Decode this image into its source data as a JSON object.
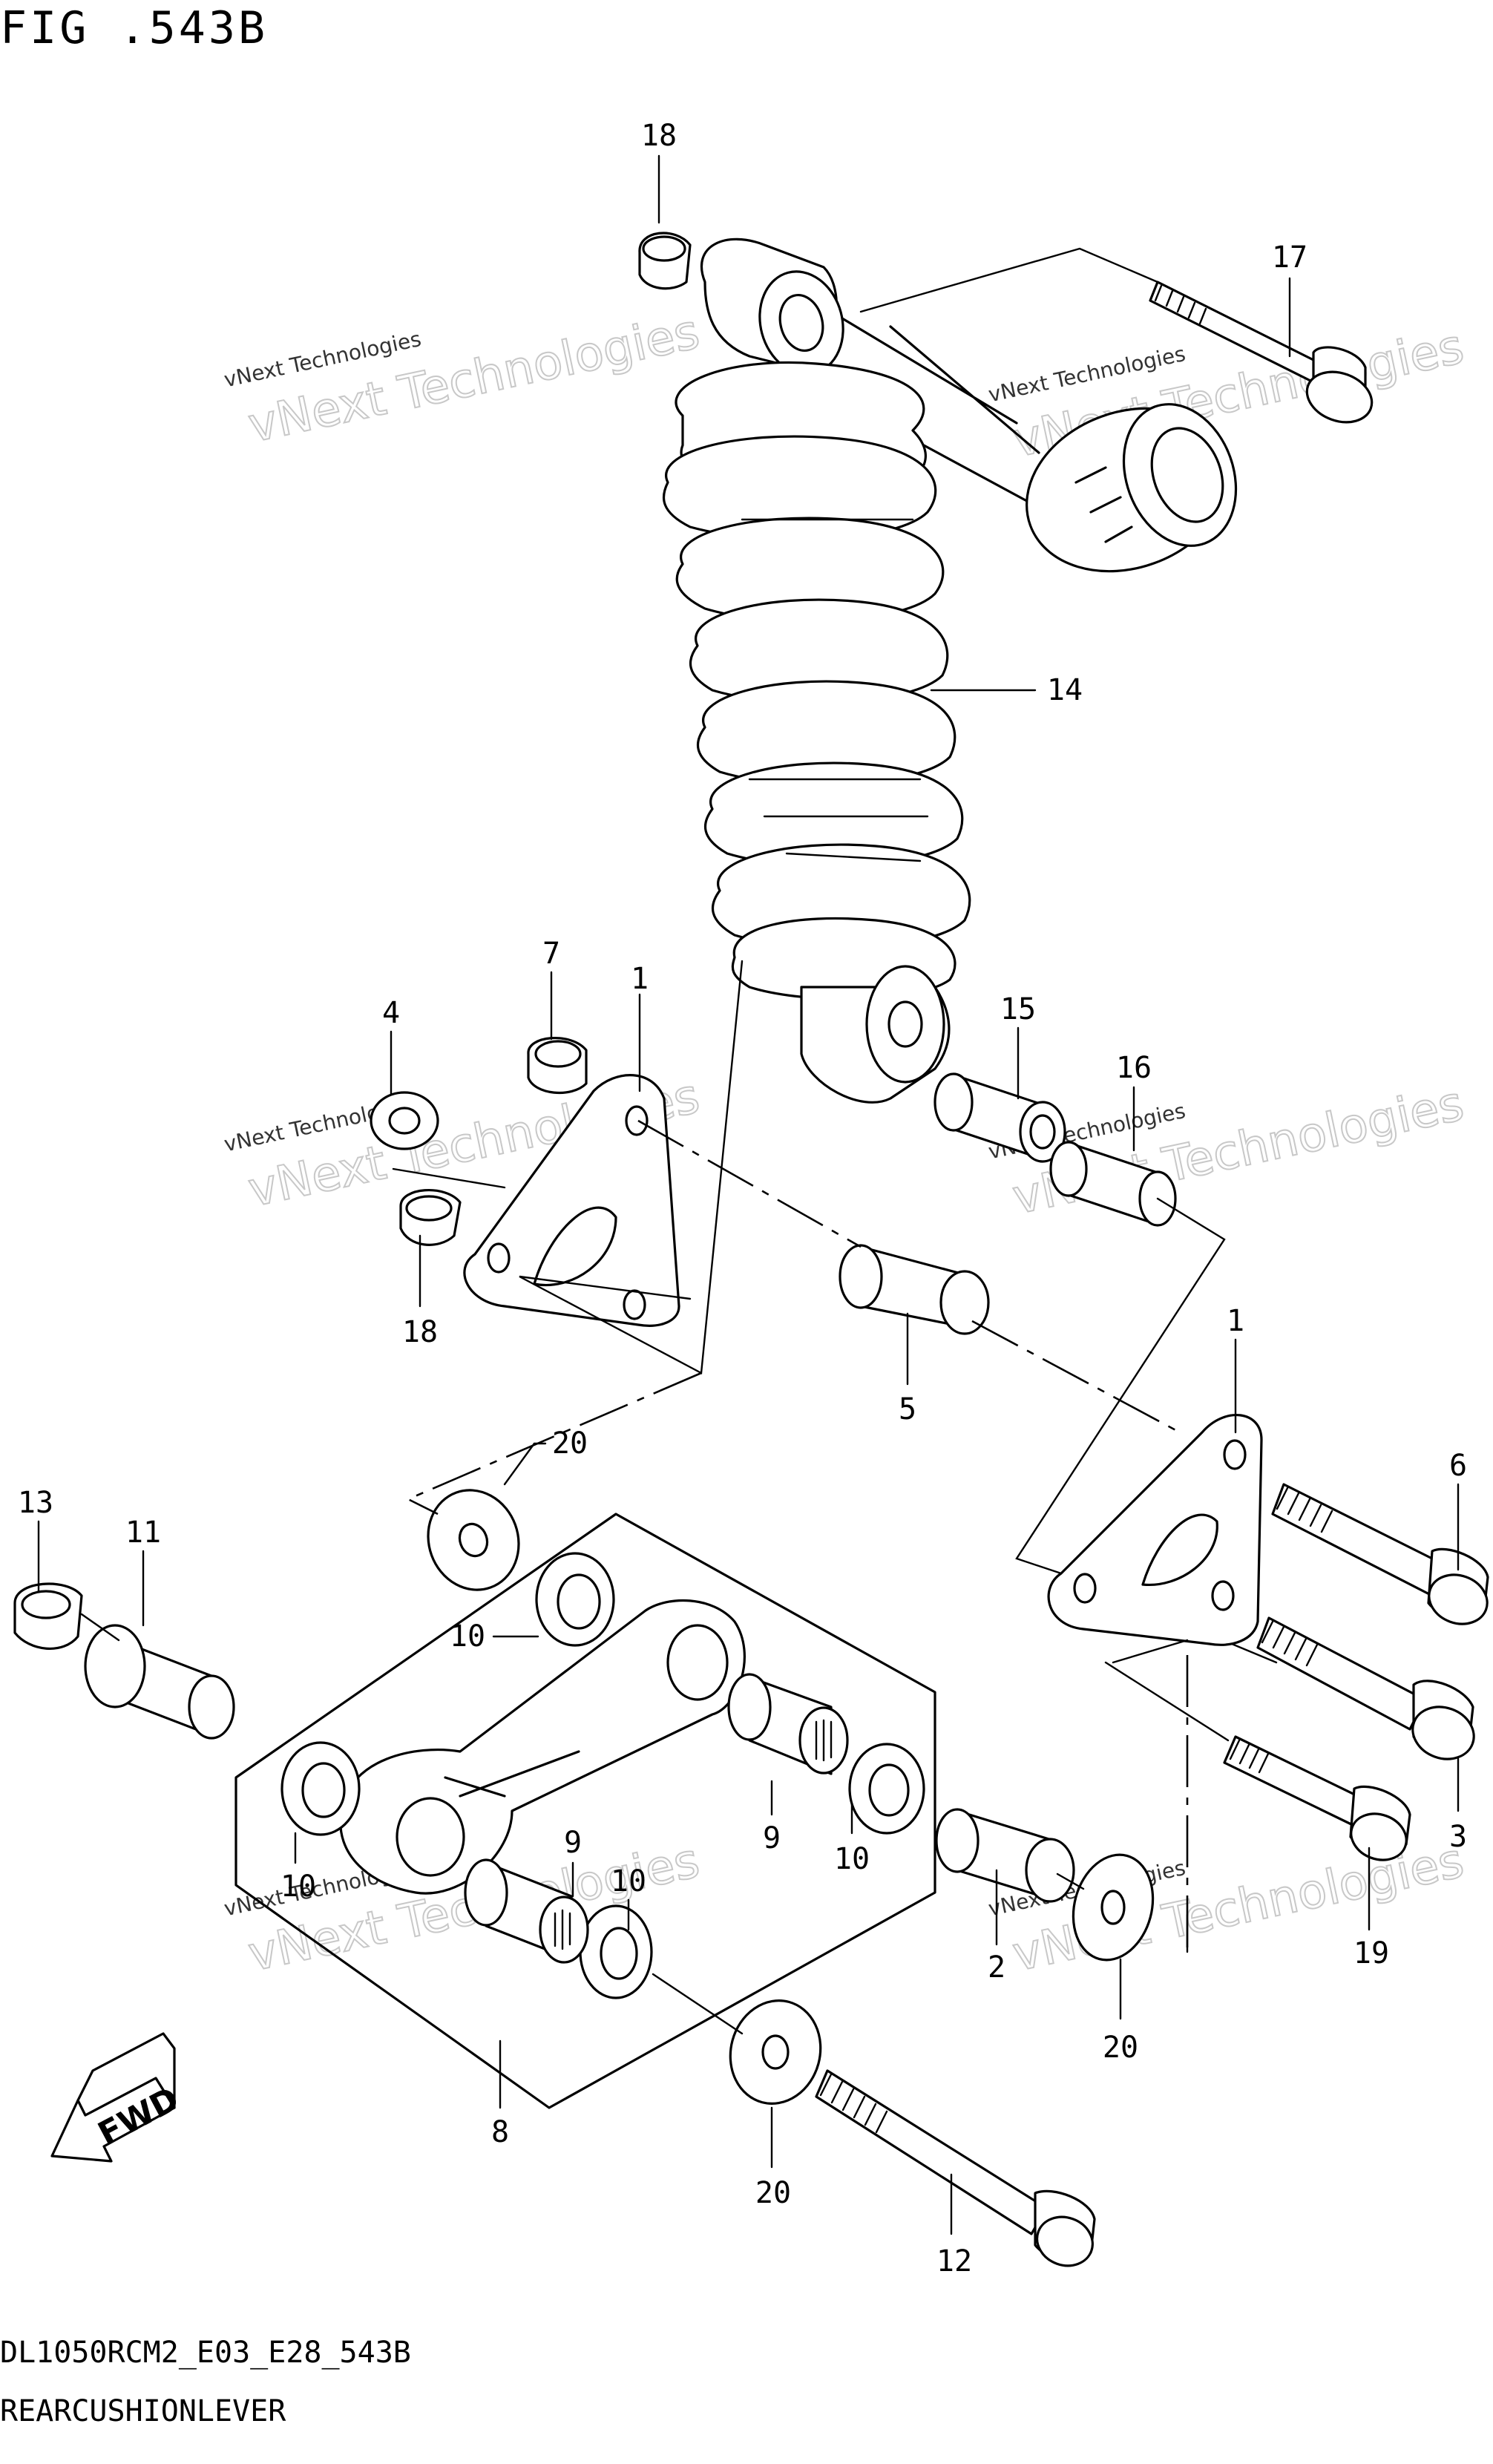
{
  "figure": {
    "title": "FIG .543B",
    "code": "DL1050RCM2_E03_E28_543B",
    "name": "REARCUSHIONLEVER"
  },
  "watermark": {
    "line1": "vNext Technologies",
    "line2": "vNext Technologies"
  },
  "direction_label": "FWD",
  "callouts": [
    "18",
    "17",
    "14",
    "7",
    "1",
    "4",
    "15",
    "16",
    "18",
    "5",
    "1",
    "6",
    "20",
    "13",
    "11",
    "10",
    "9",
    "10",
    "10",
    "9",
    "10",
    "2",
    "3",
    "19",
    "20",
    "8",
    "20",
    "12"
  ]
}
